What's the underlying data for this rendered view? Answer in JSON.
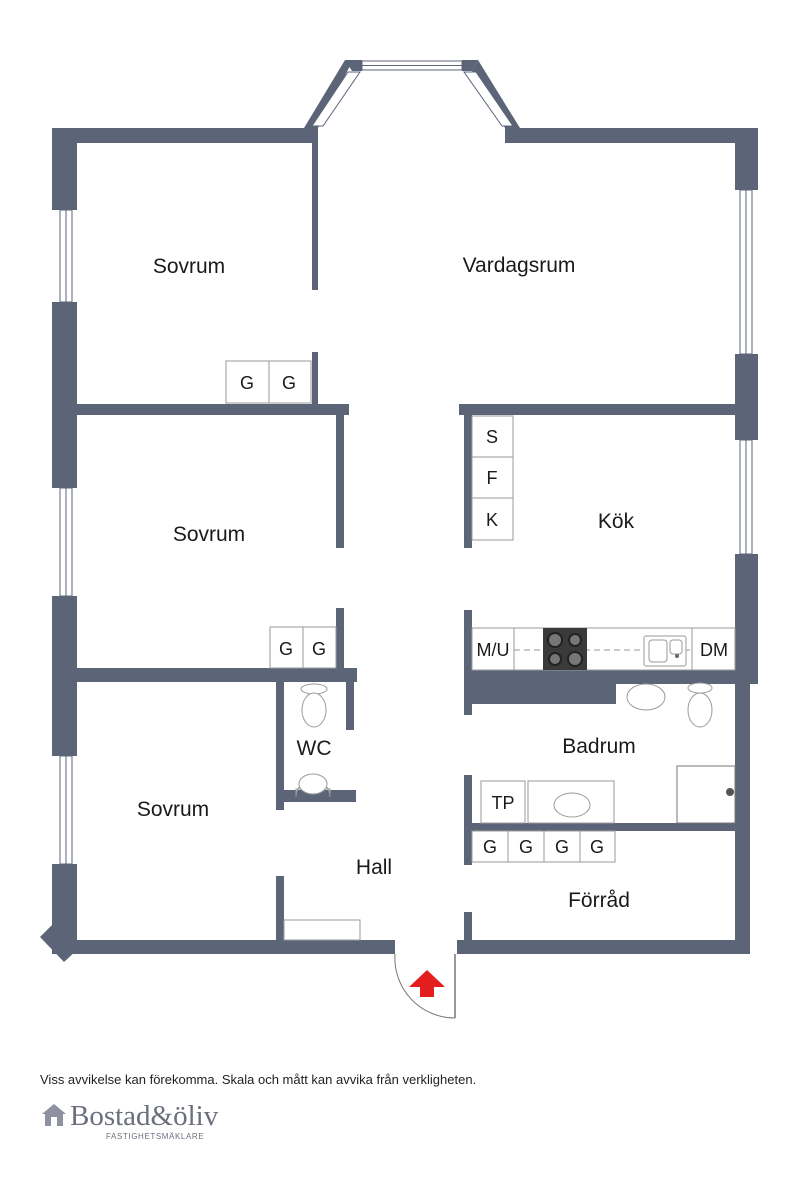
{
  "rooms": {
    "sovrum_top": "Sovrum",
    "vardagsrum": "Vardagsrum",
    "sovrum_mid": "Sovrum",
    "kok": "Kök",
    "sovrum_bottom": "Sovrum",
    "wc": "WC",
    "badrum": "Badrum",
    "hall": "Hall",
    "forrad": "Förråd"
  },
  "fixtures": {
    "wardrobe": "G",
    "fridge": "S",
    "freezer": "F",
    "cold": "K",
    "microwave": "M/U",
    "dishwasher": "DM",
    "dryer": "TP"
  },
  "footer": {
    "disclaimer": "Viss avvikelse kan förekomma. Skala och mått kan avvika från verkligheten.",
    "logo_name": "Bostad&öliv",
    "logo_sub": "FASTIGHETSMÄKLARE"
  },
  "colors": {
    "wall": "#5c6478",
    "entrance_arrow": "#e41e1e"
  }
}
